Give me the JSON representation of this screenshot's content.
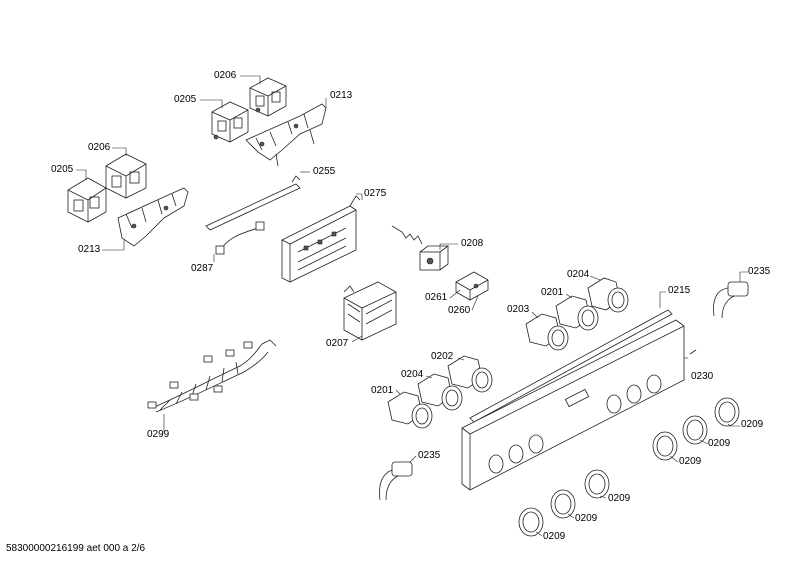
{
  "diagram": {
    "labels": [
      {
        "id": "l-0206-a",
        "text": "0206"
      },
      {
        "id": "l-0205-a",
        "text": "0205"
      },
      {
        "id": "l-0213-a",
        "text": "0213"
      },
      {
        "id": "l-0206-b",
        "text": "0206"
      },
      {
        "id": "l-0205-b",
        "text": "0205"
      },
      {
        "id": "l-0213-b",
        "text": "0213"
      },
      {
        "id": "l-0255",
        "text": "0255"
      },
      {
        "id": "l-0275",
        "text": "0275"
      },
      {
        "id": "l-0287",
        "text": "0287"
      },
      {
        "id": "l-0208",
        "text": "0208"
      },
      {
        "id": "l-0261",
        "text": "0261"
      },
      {
        "id": "l-0260",
        "text": "0260"
      },
      {
        "id": "l-0204-a",
        "text": "0204"
      },
      {
        "id": "l-0201-a",
        "text": "0201"
      },
      {
        "id": "l-0203",
        "text": "0203"
      },
      {
        "id": "l-0215",
        "text": "0215"
      },
      {
        "id": "l-0235-a",
        "text": "0235"
      },
      {
        "id": "l-0207",
        "text": "0207"
      },
      {
        "id": "l-0202",
        "text": "0202"
      },
      {
        "id": "l-0204-b",
        "text": "0204"
      },
      {
        "id": "l-0230",
        "text": "0230"
      },
      {
        "id": "l-0201-b",
        "text": "0201"
      },
      {
        "id": "l-0299",
        "text": "0299"
      },
      {
        "id": "l-0209-a",
        "text": "0209"
      },
      {
        "id": "l-0209-b",
        "text": "0209"
      },
      {
        "id": "l-0209-c",
        "text": "0209"
      },
      {
        "id": "l-0235-b",
        "text": "0235"
      },
      {
        "id": "l-0209-d",
        "text": "0209"
      },
      {
        "id": "l-0209-e",
        "text": "0209"
      },
      {
        "id": "l-0209-f",
        "text": "0209"
      }
    ],
    "footer": "58300000216199 aet 000 a 2/6"
  }
}
